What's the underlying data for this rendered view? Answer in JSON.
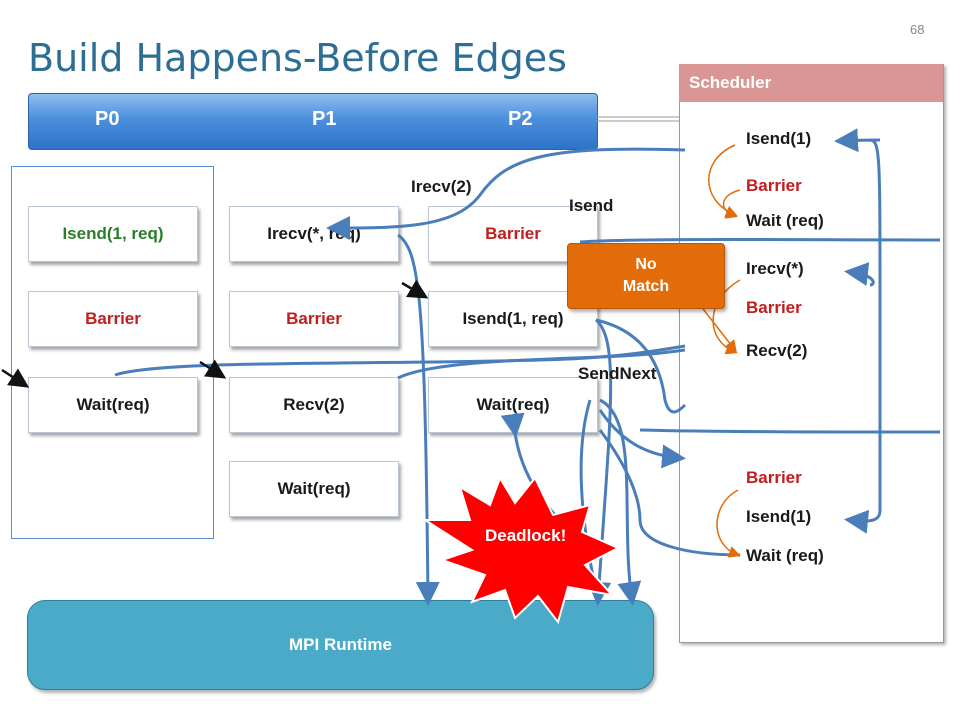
{
  "slide": {
    "title": "Build Happens-Before Edges",
    "page_number": "68"
  },
  "processes": {
    "p0": "P0",
    "p1": "P1",
    "p2": "P2"
  },
  "p0_ops": [
    "Isend(1, req)",
    "Barrier",
    "Wait(req)"
  ],
  "p1_ops": [
    "Irecv(*, req)",
    "Barrier",
    "Recv(2)",
    "Wait(req)"
  ],
  "p2_ops": [
    "Barrier",
    "Isend(1, req)",
    "Wait(req)"
  ],
  "scheduler": {
    "title": "Scheduler",
    "items": [
      "Isend(1)",
      "Barrier",
      "Wait (req)",
      "Irecv(*)",
      "Barrier",
      "Recv(2)",
      "Barrier",
      "Isend(1)",
      "Wait (req)"
    ]
  },
  "labels": {
    "irecv2": "Irecv(2)",
    "isend": "Isend",
    "sendnext": "SendNext",
    "no_match_line1": "No",
    "no_match_line2": "Match",
    "deadlock": "Deadlock!",
    "runtime": "MPI Runtime"
  },
  "colors": {
    "title": "#2e6e95",
    "process_bar": "#2f73c8",
    "scheduler_header": "#d99694",
    "no_match": "#e36c0a",
    "deadlock": "#ff0000",
    "runtime": "#4aaac8",
    "arrow_blue": "#4a7ebb",
    "arrow_orange": "#e36c0a"
  }
}
